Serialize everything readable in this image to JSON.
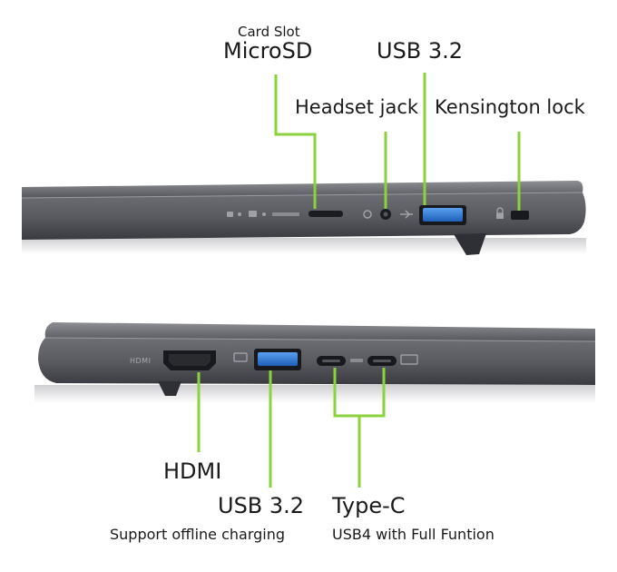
{
  "colors": {
    "callout_line": "#8cd23c",
    "chassis_dark": "#4a4b50",
    "chassis_light": "#6a6b70",
    "usb_blue": "#2f7fd8",
    "text": "#1a1a1a"
  },
  "top_view": {
    "card_slot_label": "Card Slot",
    "microsd_label": "MicroSD",
    "usb_label": "USB 3.2",
    "headset_label": "Headset jack",
    "kensington_label": "Kensington lock"
  },
  "bottom_view": {
    "hdmi_port_print": "HDMI",
    "hdmi_label": "HDMI",
    "usb_label": "USB 3.2",
    "usb_note": "Support offline charging",
    "typec_label": "Type-C",
    "typec_note": "USB4 with Full Funtion"
  }
}
